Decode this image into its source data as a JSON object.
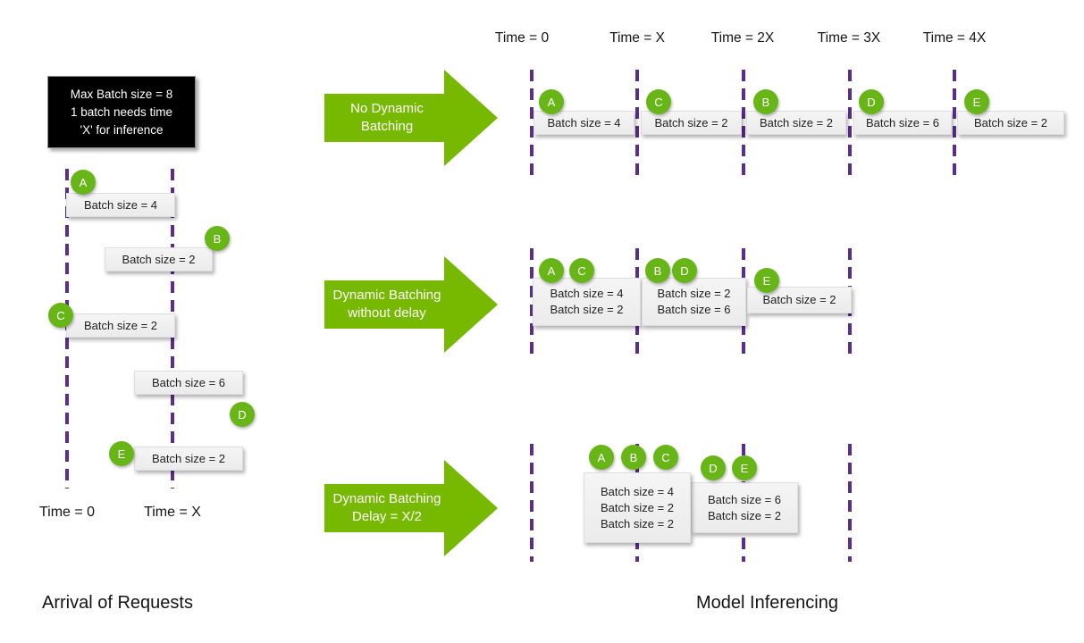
{
  "page": {
    "left_title": "Arrival of Requests",
    "right_title": "Model Inferencing"
  },
  "colors": {
    "arrow_green": "#76b900",
    "badge_green": "#68b517",
    "timeline_purple": "#5b2d8f",
    "batch_box_bg": "#efefef",
    "info_box_bg": "#000000",
    "info_box_text": "#ffffff"
  },
  "info_box": {
    "text": "Max Batch size = 8\n1 batch needs time\n'X' for inference"
  },
  "arrival": {
    "axis_labels": [
      "Time = 0",
      "Time = X"
    ],
    "requests": [
      {
        "id": "A",
        "label": "Batch size = 4"
      },
      {
        "id": "B",
        "label": "Batch size = 2"
      },
      {
        "id": "C",
        "label": "Batch size = 2"
      },
      {
        "id": "D",
        "label": "Batch size = 6"
      },
      {
        "id": "E",
        "label": "Batch size = 2"
      }
    ]
  },
  "inference": {
    "time_labels": [
      "Time = 0",
      "Time = X",
      "Time = 2X",
      "Time = 3X",
      "Time = 4X"
    ],
    "rows": [
      {
        "arrow_label": "No Dynamic\nBatching",
        "slots": [
          {
            "requests": [
              "A"
            ],
            "lines": [
              "Batch size = 4"
            ]
          },
          {
            "requests": [
              "C"
            ],
            "lines": [
              "Batch size = 2"
            ]
          },
          {
            "requests": [
              "B"
            ],
            "lines": [
              "Batch size = 2"
            ]
          },
          {
            "requests": [
              "D"
            ],
            "lines": [
              "Batch size = 6"
            ]
          },
          {
            "requests": [
              "E"
            ],
            "lines": [
              "Batch size = 2"
            ]
          }
        ]
      },
      {
        "arrow_label": "Dynamic Batching\nwithout delay",
        "slots": [
          {
            "requests": [
              "A",
              "C"
            ],
            "lines": [
              "Batch size = 4",
              "Batch size = 2"
            ]
          },
          {
            "requests": [
              "B",
              "D"
            ],
            "lines": [
              "Batch size = 2",
              "Batch size = 6"
            ]
          },
          {
            "requests": [
              "E"
            ],
            "lines": [
              "Batch size = 2"
            ]
          }
        ]
      },
      {
        "arrow_label": "Dynamic Batching\nDelay = X/2",
        "slots": [
          {
            "requests": [
              "A",
              "B",
              "C"
            ],
            "lines": [
              "Batch size = 4",
              "Batch size = 2",
              "Batch size = 2"
            ]
          },
          {
            "requests": [
              "D",
              "E"
            ],
            "lines": [
              "Batch size = 6",
              "Batch size = 2"
            ]
          }
        ]
      }
    ]
  }
}
